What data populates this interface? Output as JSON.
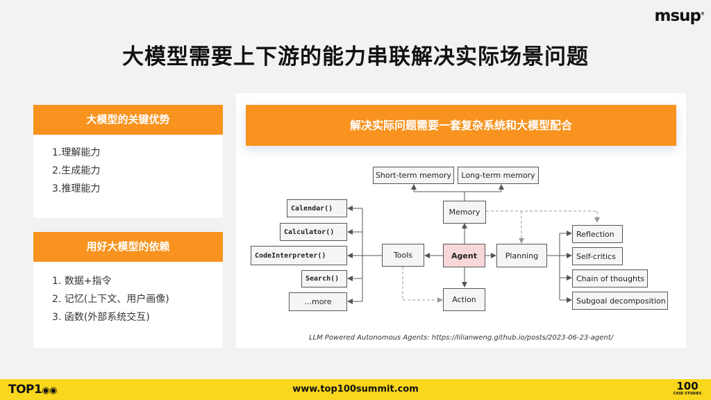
{
  "header": {
    "title": "大模型需要上下游的能力串联解决实际场景问题",
    "logo": "msup",
    "logo_mark": "®"
  },
  "left_panels": [
    {
      "title": "大模型的关键优势",
      "items": [
        "1.理解能力",
        "2.生成能力",
        "3.推理能力"
      ]
    },
    {
      "title": "用好大模型的依赖",
      "items": [
        "1. 数据+指令",
        "2. 记忆(上下文、用户画像)",
        "3. 函数(外部系统交互)"
      ]
    }
  ],
  "right_panel": {
    "title": "解决实际问题需要一套复杂系统和大模型配合",
    "diagram": {
      "nodes": {
        "short_term_memory": "Short-term memory",
        "long_term_memory": "Long-term memory",
        "memory": "Memory",
        "calendar": "Calendar()",
        "calculator": "Calculator()",
        "code_interpreter": "CodeInterpreter()",
        "search": "Search()",
        "more": "...more",
        "tools": "Tools",
        "agent": "Agent",
        "planning": "Planning",
        "action": "Action",
        "reflection": "Reflection",
        "self_critics": "Self-critics",
        "chain_of_thoughts": "Chain of thoughts",
        "subgoal_decomposition": "Subgoal decomposition"
      }
    },
    "caption": "LLM Powered Autonomous Agents: https://lilianweng.github.io/posts/2023-06-23-agent/"
  },
  "footer": {
    "left_logo": "TOP1",
    "url": "www.top100summit.com",
    "right_logo_big": "100",
    "right_logo_small": "CASE STUDIES"
  },
  "colors": {
    "accent_orange": "#f7931e",
    "footer_yellow": "#f9d71c",
    "agent_fill": "#f8d7d9"
  }
}
